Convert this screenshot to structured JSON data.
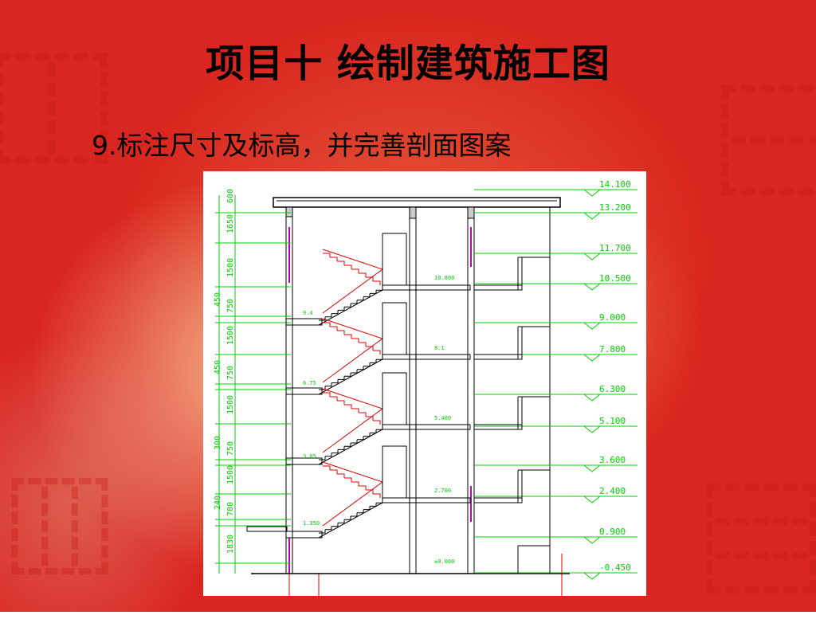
{
  "slide": {
    "title": "项目十   绘制建筑施工图",
    "subtitle": "9.标注尺寸及标高，并完善剖面图案"
  },
  "drawing": {
    "elevation_labels": [
      "14.100",
      "13.200",
      "11.700",
      "10.500",
      "9.000",
      "7.800",
      "6.300",
      "5.100",
      "3.600",
      "2.400",
      "0.900",
      "-0.450"
    ],
    "dimension_labels": [
      "600",
      "1650",
      "1500",
      "450",
      "750",
      "1500",
      "450",
      "750",
      "1500",
      "300",
      "750",
      "1500",
      "240",
      "780",
      "1830"
    ],
    "floor_labels": [
      "10.800",
      "8.1",
      "5.400",
      "2.700",
      "±0.000"
    ],
    "landing_labels": [
      "9.4",
      "6.75",
      "3.05",
      "1.350"
    ]
  },
  "colors": {
    "background": "#d92620",
    "line_green": "#00d000",
    "line_red": "#e00000",
    "line_magenta": "#c000c0"
  }
}
